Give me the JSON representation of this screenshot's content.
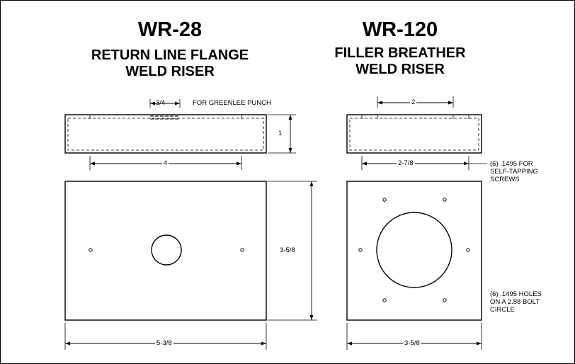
{
  "left_part": {
    "model": "WR-28",
    "subtitle_line1": "RETURN LINE FLANGE",
    "subtitle_line2": "WELD RISER",
    "dim_punch": "3/4",
    "punch_note": "FOR GREENLEE PUNCH",
    "dim_height": "1",
    "dim_width_side": "4",
    "dim_depth": "3-5/8",
    "dim_width_top": "5-3/8"
  },
  "right_part": {
    "model": "WR-120",
    "subtitle_line1": "FILLER BREATHER",
    "subtitle_line2": "WELD RISER",
    "dim_spacing": "2",
    "dim_width_side": "2-7/8",
    "hole_note_1": [
      "(6) .1495 FOR",
      "SELF-TAPPING",
      "SCREWS"
    ],
    "hole_note_2": [
      "(6) .1495 HOLES",
      "ON A 2.88 BOLT",
      "CIRCLE"
    ],
    "dim_width_top": "3-5/8"
  }
}
